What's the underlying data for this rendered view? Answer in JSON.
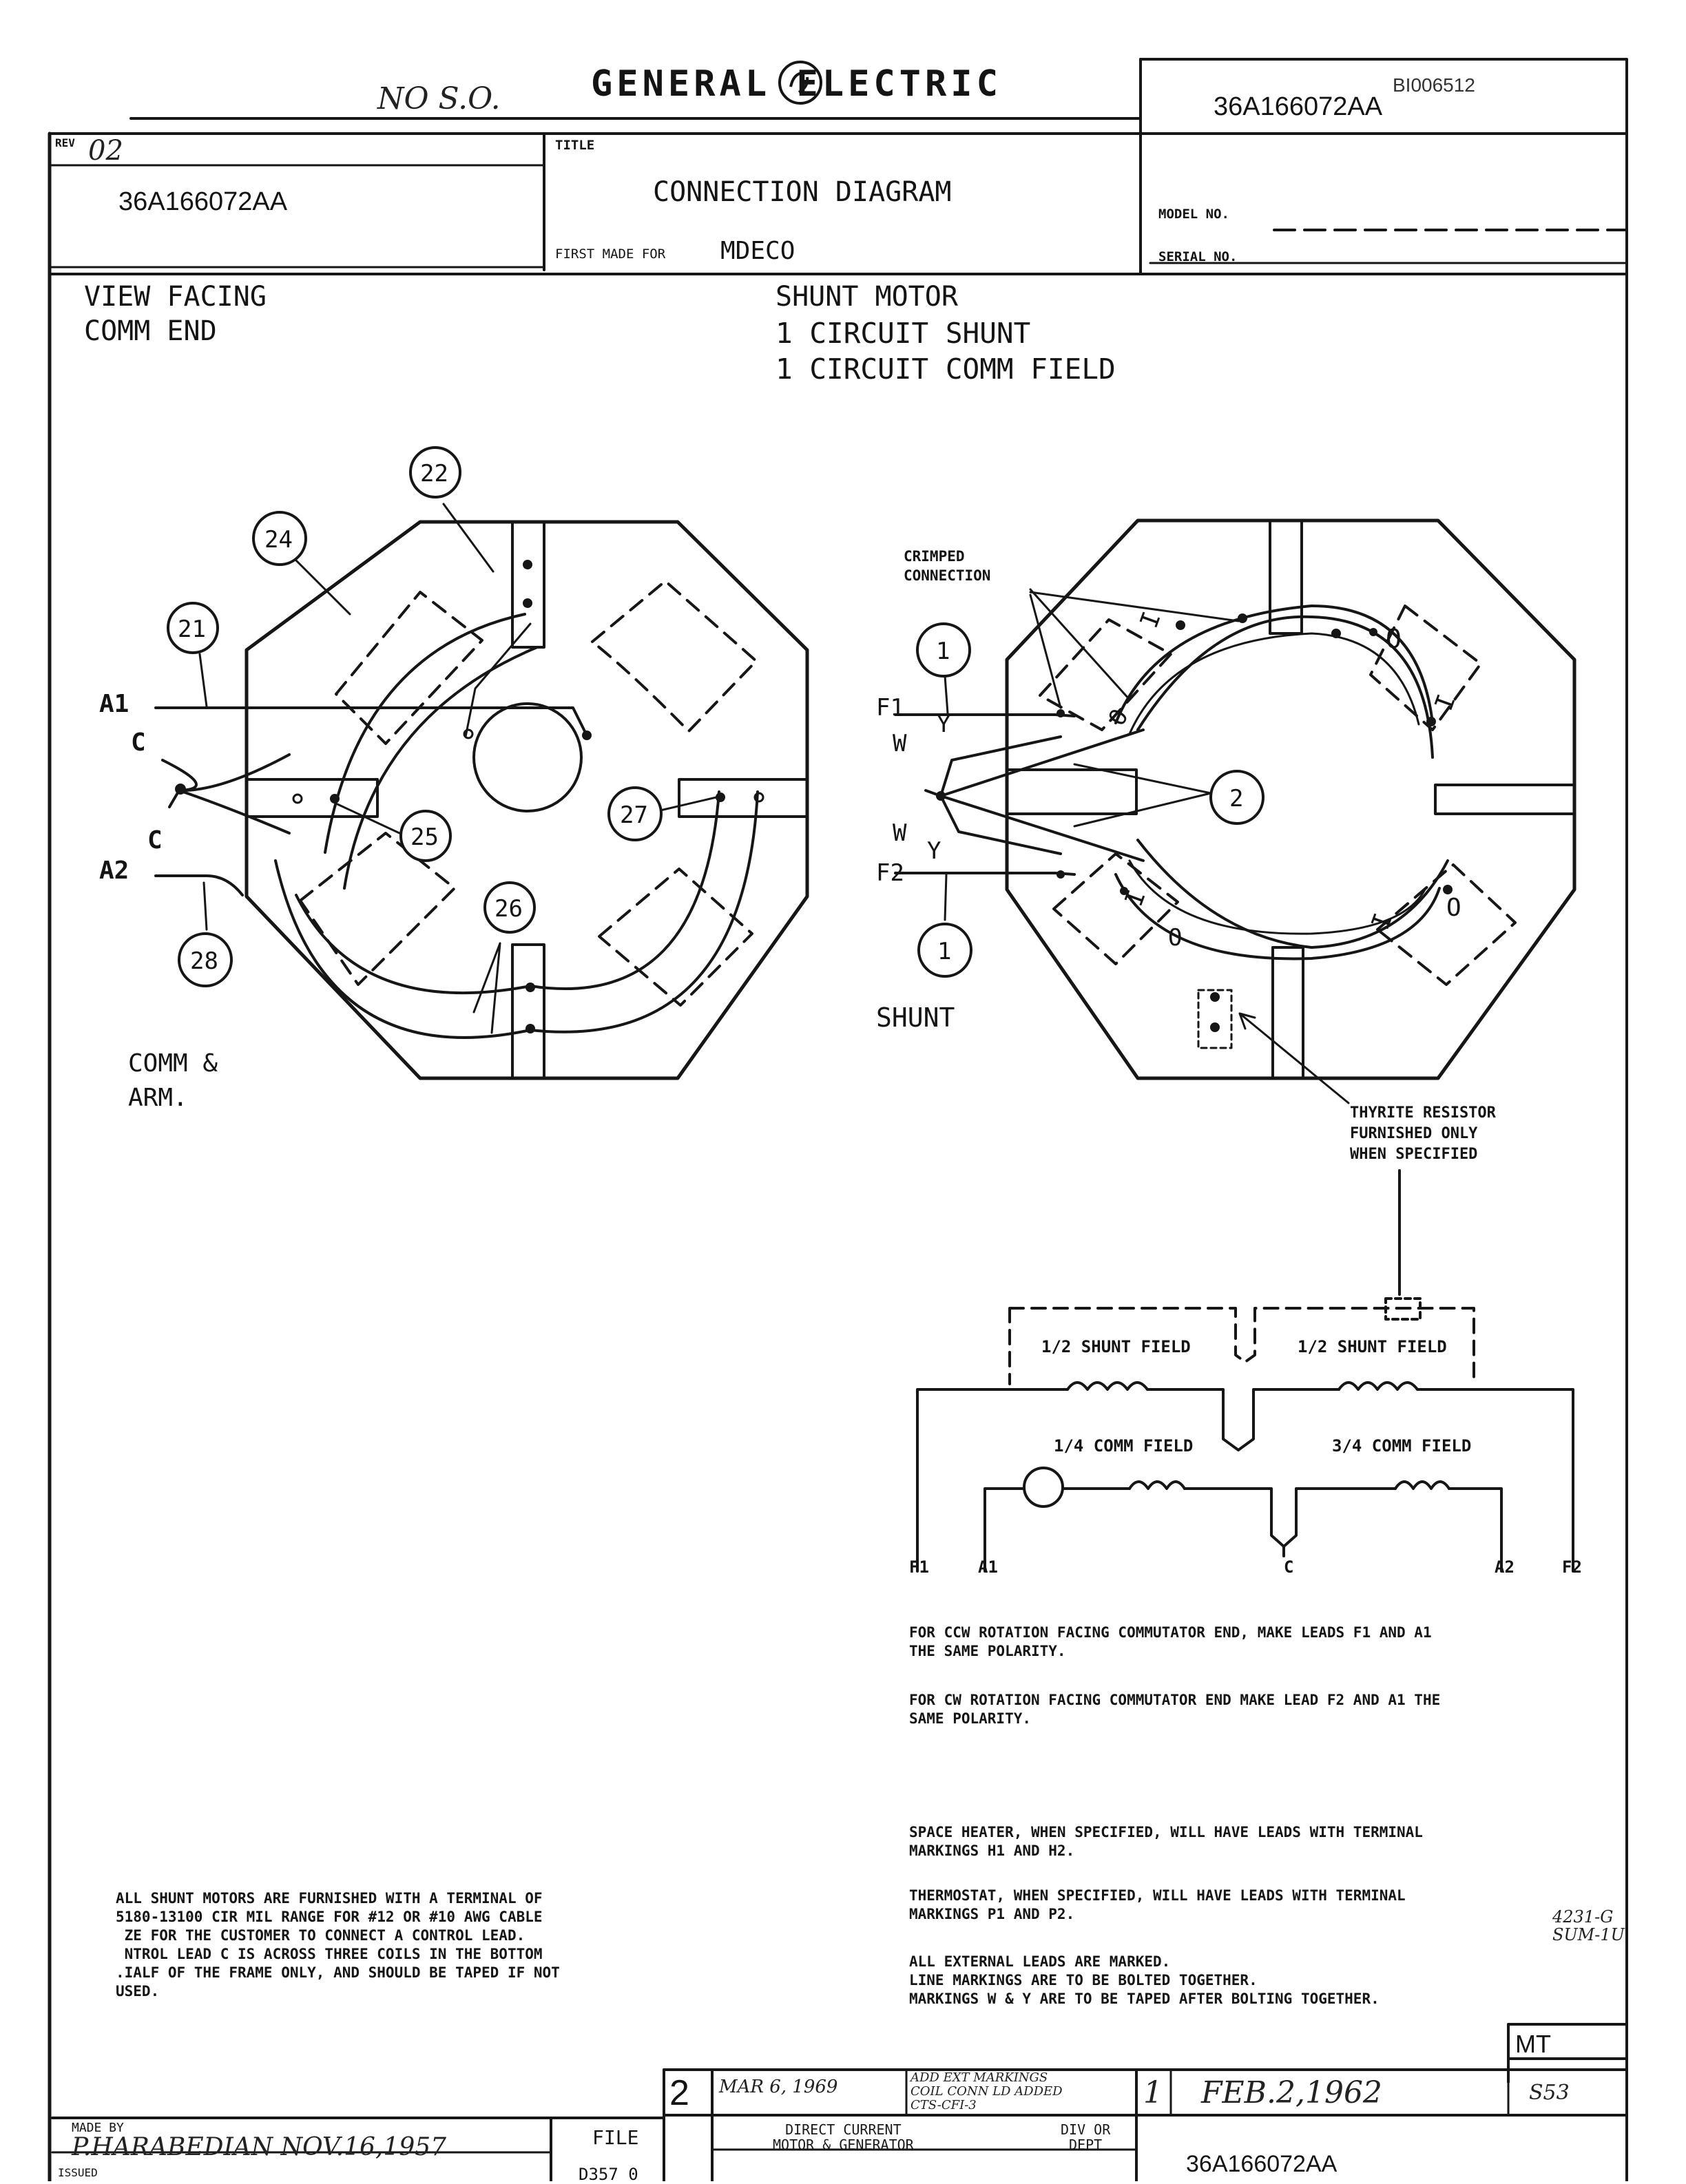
{
  "header": {
    "brand": "GENERAL ELECTRIC",
    "so_note": "NO S.O.",
    "drawing_number": "36A166072AA",
    "stamp_id": "BI006512",
    "rev_label": "REV",
    "rev_value": "02",
    "sub_drawing_number": "36A166072AA",
    "title_label": "TITLE",
    "title": "CONNECTION DIAGRAM",
    "first_made_label": "FIRST MADE FOR",
    "first_made_value": "MDECO",
    "model_label": "MODEL NO.",
    "serial_label": "SERIAL NO."
  },
  "view_heading": [
    "VIEW FACING",
    "COMM END"
  ],
  "motor_heading": [
    "SHUNT MOTOR",
    "1 CIRCUIT SHUNT",
    "1 CIRCUIT COMM FIELD"
  ],
  "left_diagram": {
    "circle_labels": [
      "22",
      "24",
      "21",
      "25",
      "27",
      "26",
      "28"
    ],
    "leads": [
      "A1",
      "C",
      "C",
      "A2"
    ],
    "caption": [
      "COMM &",
      "ARM."
    ]
  },
  "right_diagram": {
    "crimped_label": [
      "CRIMPED",
      "CONNECTION"
    ],
    "circle_labels": [
      "1",
      "2",
      "1"
    ],
    "leads": [
      "F1",
      "W",
      "Y",
      "W",
      "Y",
      "F2"
    ],
    "coil_marks": [
      "I",
      "O",
      "I",
      "O",
      "I",
      "O",
      "I",
      "O"
    ],
    "caption": "SHUNT",
    "thyrite": [
      "THYRITE RESISTOR",
      "FURNISHED ONLY",
      "WHEN SPECIFIED"
    ]
  },
  "schematic": {
    "labels": [
      "1/2 SHUNT FIELD",
      "1/2 SHUNT FIELD",
      "1/4 COMM FIELD",
      "3/4 COMM FIELD"
    ],
    "terminals": [
      "F1",
      "A1",
      "C",
      "A2",
      "F2"
    ]
  },
  "notes": {
    "ccw": "FOR CCW ROTATION FACING COMMUTATOR END, MAKE LEADS F1 AND A1\nTHE SAME POLARITY.",
    "cw": "FOR CW ROTATION FACING COMMUTATOR END MAKE LEAD F2 AND A1 THE\nSAME POLARITY.",
    "heater": "SPACE HEATER, WHEN SPECIFIED, WILL HAVE LEADS WITH TERMINAL\nMARKINGS H1 AND H2.",
    "thermostat": "THERMOSTAT, WHEN SPECIFIED, WILL HAVE LEADS WITH TERMINAL\nMARKINGS P1 AND P2.",
    "external": "ALL EXTERNAL LEADS ARE MARKED.\nLINE MARKINGS ARE TO BE BOLTED TOGETHER.\nMARKINGS W & Y ARE TO BE TAPED AFTER BOLTING TOGETHER.",
    "shunt_motors": "ALL SHUNT MOTORS ARE FURNISHED WITH A TERMINAL OF\n5180-13100 CIR MIL RANGE FOR #12 OR #10 AWG CABLE\n ZE FOR THE CUSTOMER TO CONNECT A CONTROL LEAD.\n NTROL LEAD C IS ACROSS THREE COILS IN THE BOTTOM\n.IALF OF THE FRAME ONLY, AND SHOULD BE TAPED IF NOT\nUSED."
  },
  "margin_marks": [
    "4231-G",
    "SUM-1U"
  ],
  "title_block": {
    "mt": "MT",
    "sheet_code": "S53",
    "rev_number": "2",
    "rev_date": "MAR 6, 1969",
    "rev_desc": "ADD EXT MARKINGS\nCOIL CONN LD ADDED\nCTS-CFI-3",
    "rev_first": "1",
    "date": "FEB.2,1962",
    "made_by_label": "MADE BY",
    "made_by": "P.HARABEDIAN NOV.16,1957",
    "file_label": "FILE",
    "file_value": "D357 0",
    "issued_label": "ISSUED",
    "product": "DIRECT CURRENT\nMOTOR & GENERATOR",
    "div_label": "DIV OR\nDEPT",
    "drawing_number_bottom": "36A166072AA"
  }
}
